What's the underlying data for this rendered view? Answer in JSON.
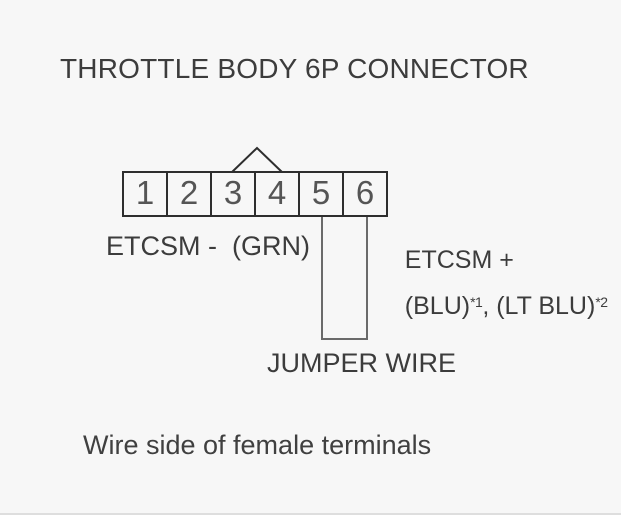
{
  "diagram": {
    "title": "THROTTLE BODY 6P CONNECTOR",
    "note": "Wire side of female terminals",
    "colors": {
      "background": "#f7f7f7",
      "connector_outline": "#2e2e2e",
      "wire_line": "#6a6a6a",
      "text": "#3c3c3c",
      "pin_number": "#555555"
    }
  },
  "connector": {
    "type": "6P connector, wire side, female terminals",
    "pins": [
      "1",
      "2",
      "3",
      "4",
      "5",
      "6"
    ]
  },
  "labels": {
    "etcsm_minus": "ETCSM -  (GRN)",
    "etcsm_plus": {
      "line1": "ETCSM +",
      "line2_p0": "(BLU)",
      "line2_sup1": "*1",
      "line2_p1": ", (LT BLU)",
      "line2_sup2": "*2"
    },
    "jumper": "JUMPER WIRE"
  }
}
